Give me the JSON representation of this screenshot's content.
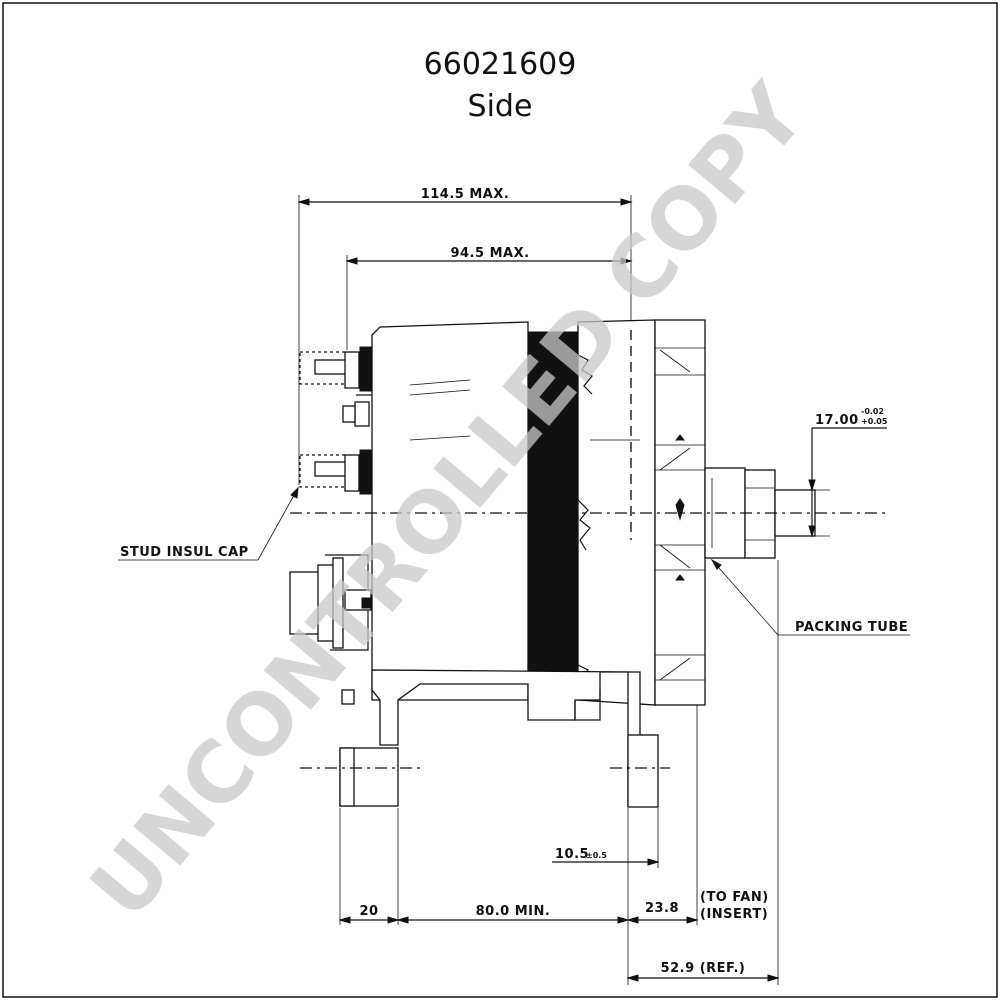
{
  "title": {
    "part_number": "66021609",
    "view": "Side"
  },
  "dimensions": {
    "overall_max": "114.5 MAX.",
    "body_max": "94.5 MAX.",
    "shaft_dia_main": "17.00",
    "shaft_dia_tol_upper": "-0.02",
    "shaft_dia_tol_lower": "+0.05",
    "mount_offset_main": "10.5",
    "mount_offset_tol": "±0.5",
    "ear_width": "20",
    "ear_spacing": "80.0  MIN.",
    "fan_offset": "23.8",
    "fan_note_line1": "(TO FAN)",
    "fan_note_line2": "(INSERT)",
    "reference": "52.9  (REF.)"
  },
  "callouts": {
    "stud_insul_cap": "STUD  INSUL  CAP",
    "packing_tube": "PACKING  TUBE"
  },
  "watermark": "UNCONTROLLED COPY"
}
